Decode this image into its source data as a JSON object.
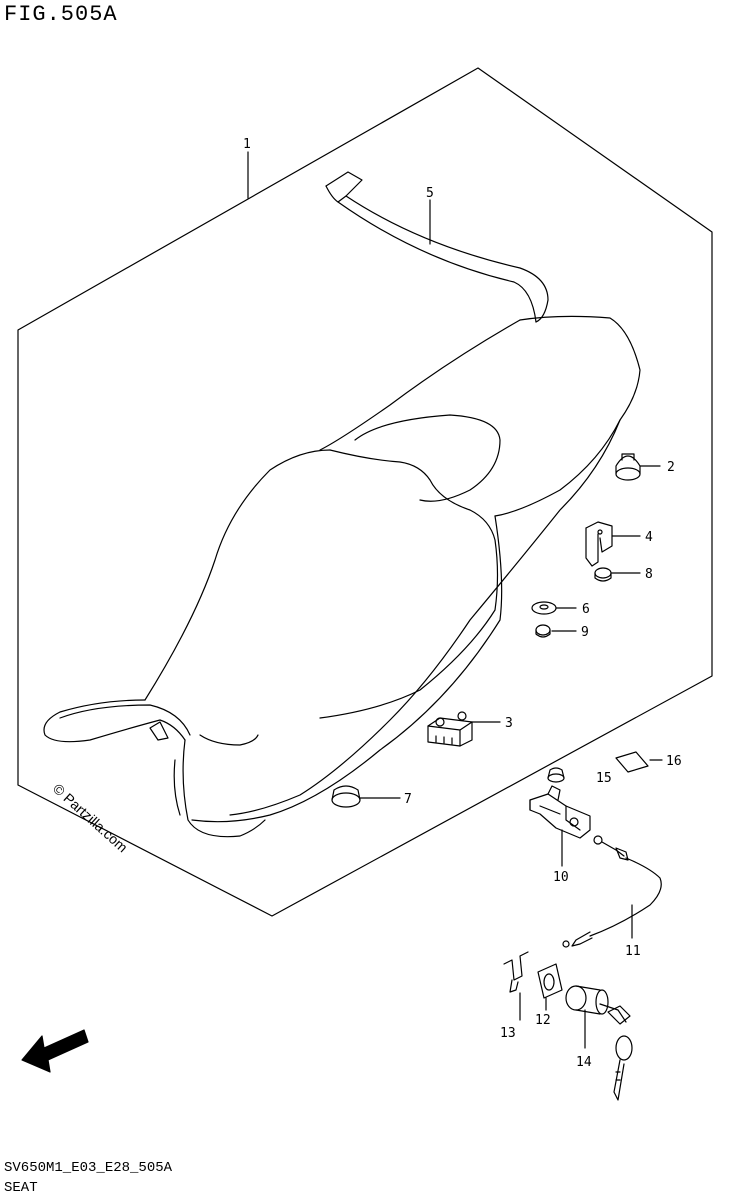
{
  "figure": {
    "title": "FIG.505A"
  },
  "watermark": "© Partzilla.com",
  "fwd_label": "FWD",
  "footer": {
    "code": "SV650M1_E03_E28_505A",
    "caption": "SEAT"
  },
  "callouts": [
    {
      "id": "c1",
      "label": "1"
    },
    {
      "id": "c2",
      "label": "2"
    },
    {
      "id": "c3",
      "label": "3"
    },
    {
      "id": "c4",
      "label": "4"
    },
    {
      "id": "c5",
      "label": "5"
    },
    {
      "id": "c6",
      "label": "6"
    },
    {
      "id": "c7",
      "label": "7"
    },
    {
      "id": "c8",
      "label": "8"
    },
    {
      "id": "c9",
      "label": "9"
    },
    {
      "id": "c10",
      "label": "10"
    },
    {
      "id": "c11",
      "label": "11"
    },
    {
      "id": "c12",
      "label": "12"
    },
    {
      "id": "c13",
      "label": "13"
    },
    {
      "id": "c14",
      "label": "14"
    },
    {
      "id": "c15",
      "label": "15"
    },
    {
      "id": "c16",
      "label": "16"
    }
  ]
}
